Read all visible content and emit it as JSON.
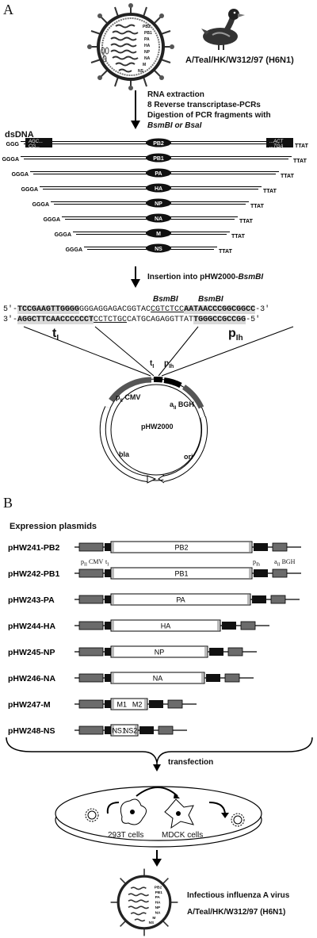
{
  "panel_a": {
    "label": "A",
    "virus_segments": [
      "PB2",
      "PB1",
      "PA",
      "HA",
      "NP",
      "NA",
      "M",
      "NS"
    ],
    "strain": "A/Teal/HK/W312/97 (H6N1)",
    "steps": [
      "RNA extraction",
      "8 Reverse transcriptase-PCRs",
      "Digestion of PCR fragments with",
      "BsmBI or BsaI"
    ],
    "dsdna_label": "dsDNA",
    "dsdna_rows": [
      {
        "seg": "PB2",
        "left": "GGG",
        "right": "TTAT"
      },
      {
        "seg": "PB1",
        "left": "GGGA",
        "right": "TTAT"
      },
      {
        "seg": "PA",
        "left": "GGGA",
        "right": "TTAT"
      },
      {
        "seg": "HA",
        "left": "GGGA",
        "right": "TTAT"
      },
      {
        "seg": "NP",
        "left": "GGGA",
        "right": "TTAT"
      },
      {
        "seg": "NA",
        "left": "GGGA",
        "right": "TTAT"
      },
      {
        "seg": "M",
        "left": "GGGA",
        "right": "TTAT"
      },
      {
        "seg": "NS",
        "left": "GGGA",
        "right": "TTAT"
      }
    ],
    "pb2_ends": {
      "left_top": "AGC...",
      "left_bottom": "CG...",
      "right_top": "...ACT",
      "right_bottom": "...TGA"
    },
    "insertion_step": "Insertion into pHW2000-",
    "insertion_enzyme": "BsmBI",
    "enzyme_labels": [
      "BsmBI",
      "BsmBI"
    ],
    "seq_top": {
      "prefix": "5'-",
      "bold1": "TCCGAAGTTGGGG",
      "mid": "GGGAGGAGACGGTAC",
      "site": "CGTCTCC",
      "bold2": "AATAACCCGGCGGCC",
      "suffix": "-3'"
    },
    "seq_bottom": {
      "prefix": "3'-",
      "bold1": "AGGCTTCAACCCCCCT",
      "site": "CCTCTGC",
      "mid": "CATGCAGAGGTTAT",
      "bold2": "TGGGCCGCCGG",
      "suffix": "-5'"
    },
    "t1": "t",
    "t1_sub": "I",
    "pih": "p",
    "pih_sub": "Ih",
    "plasmid": {
      "name": "pHW2000",
      "pcmv": "p",
      "pcmv_sub": "II",
      "pcmv_rest": " CMV",
      "bgh": "a",
      "bgh_sub": "II",
      "bgh_rest": " BGH",
      "bla": "bla",
      "ori": "ori",
      "t1": "t",
      "t1_sub": "I",
      "pih": "p",
      "pih_sub": "Ih"
    }
  },
  "panel_b": {
    "label": "B",
    "title": "Expression plasmids",
    "plasmids": [
      {
        "name": "pHW241-PB2",
        "insert": "PB2",
        "inserts": [
          "PB2"
        ]
      },
      {
        "name": "pHW242-PB1",
        "insert": "PB1",
        "inserts": [
          "PB1"
        ]
      },
      {
        "name": "pHW243-PA",
        "insert": "PA",
        "inserts": [
          "PA"
        ]
      },
      {
        "name": "pHW244-HA",
        "insert": "HA",
        "inserts": [
          "HA"
        ]
      },
      {
        "name": "pHW245-NP",
        "insert": "NP",
        "inserts": [
          "NP"
        ]
      },
      {
        "name": "pHW246-NA",
        "insert": "NA",
        "inserts": [
          "NA"
        ]
      },
      {
        "name": "pHW247-M",
        "insert": "M1  M2",
        "inserts": [
          "M1",
          "M2"
        ]
      },
      {
        "name": "pHW248-NS",
        "insert": "NS1  NS2",
        "inserts": [
          "NS1",
          "NS2"
        ]
      }
    ],
    "annotations": {
      "pcmv": "p",
      "pcmv_sub": "II",
      "pcmv_rest": " CMV",
      "t1": "t",
      "t1_sub": "I",
      "pih": "p",
      "pih_sub": "Ih",
      "bgh": "a",
      "bgh_sub": "II",
      "bgh_rest": " BGH"
    },
    "transfection": "transfection",
    "cells": [
      "293T cells",
      "MDCK cells"
    ],
    "result_line1": "Infectious influenza A virus",
    "result_line2": "A/Teal/HK/W312/97 (H6N1)",
    "colors": {
      "dark_box": "#111111",
      "mid_box": "#6b6b6b",
      "light_box": "#ffffff"
    }
  }
}
